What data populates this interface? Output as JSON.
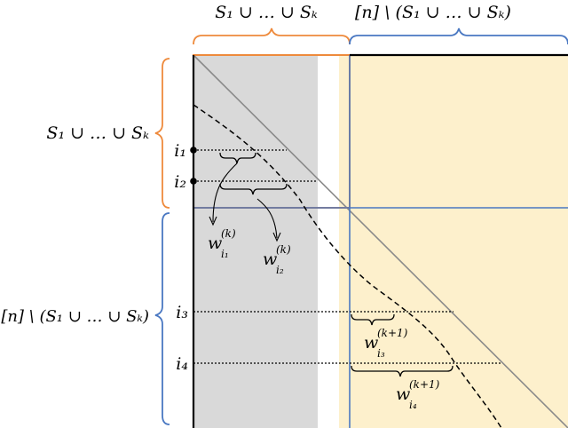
{
  "labels": {
    "top_left": "S₁ ∪ … ∪ Sₖ",
    "top_right": "[n] \\ (S₁ ∪ … ∪ Sₖ)",
    "left_top": "S₁ ∪ … ∪ Sₖ",
    "left_bottom": "[n] \\ (S₁ ∪ … ∪ Sₖ)"
  },
  "row_labels": {
    "i1": "i₁",
    "i2": "i₂",
    "i3": "i₃",
    "i4": "i₄"
  },
  "weight_labels": {
    "w_i1": {
      "base": "w",
      "sup": "(k)",
      "sub": "i₁"
    },
    "w_i2": {
      "base": "w",
      "sup": "(k)",
      "sub": "i₂"
    },
    "w_i3": {
      "base": "w",
      "sup": "(k+1)",
      "sub": "i₃"
    },
    "w_i4": {
      "base": "w",
      "sup": "(k+1)",
      "sub": "i₄"
    }
  },
  "colors": {
    "gray_region": "#d9d9d9",
    "yellow_region": "#fdf0cc",
    "orange": "#ee8a3c",
    "blue": "#4a78c2",
    "diagonal": "#8a8a8a"
  }
}
